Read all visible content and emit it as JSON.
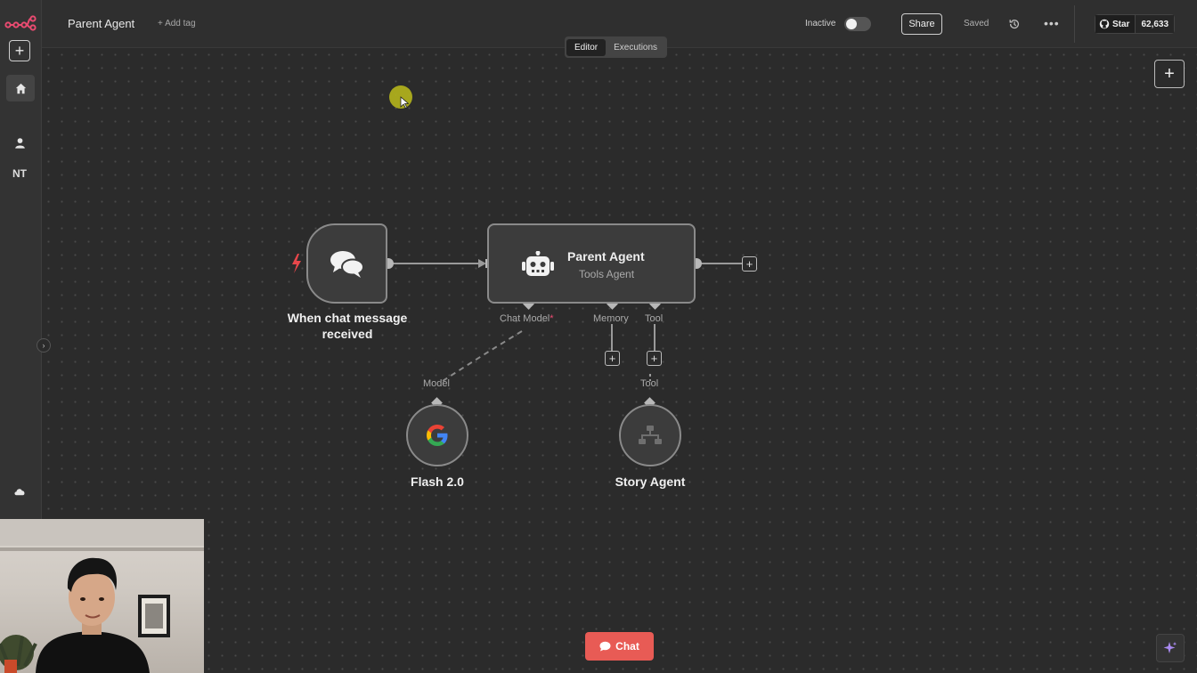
{
  "header": {
    "workflow_title": "Parent Agent",
    "add_tag": "+ Add tag",
    "status_label": "Inactive",
    "share_label": "Share",
    "saved_label": "Saved",
    "github_star_label": "Star",
    "github_star_count": "62,633"
  },
  "sidebar": {
    "user_initials": "NT"
  },
  "tabs": [
    {
      "label": "Editor",
      "active": true
    },
    {
      "label": "Executions",
      "active": false
    }
  ],
  "nodes": {
    "trigger": {
      "label": "When chat message received"
    },
    "agent": {
      "title": "Parent Agent",
      "subtitle": "Tools Agent"
    },
    "model": {
      "label": "Flash 2.0",
      "port_label": "Model"
    },
    "tool": {
      "label": "Story Agent",
      "port_label": "Tool"
    }
  },
  "agent_ports": {
    "chat_model": "Chat Model",
    "required_mark": "*",
    "memory": "Memory",
    "tool": "Tool"
  },
  "chat_button": {
    "label": "Chat"
  },
  "colors": {
    "accent": "#ea4b71",
    "chat_button": "#e85b55",
    "trigger_bolt": "#e8474b",
    "canvas": "#2b2b2b"
  }
}
